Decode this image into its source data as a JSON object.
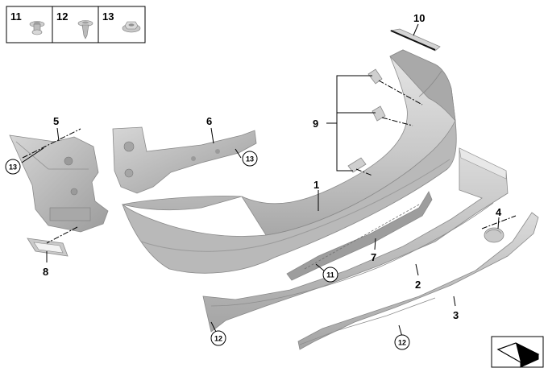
{
  "fasteners": [
    {
      "label": "11",
      "icon": "push-rivet-icon"
    },
    {
      "label": "12",
      "icon": "expanding-clip-icon"
    },
    {
      "label": "13",
      "icon": "hex-nut-icon"
    }
  ],
  "callouts": {
    "p1": "1",
    "p2": "2",
    "p3": "3",
    "p4": "4",
    "p5": "5",
    "p6": "6",
    "p7": "7",
    "p8": "8",
    "p9": "9",
    "p10": "10",
    "c11": "11",
    "c12a": "12",
    "c12b": "12",
    "c13a": "13",
    "c13b": "13"
  },
  "colors": {
    "part_fill": "#c4c4c4",
    "part_light": "#e2e2e2",
    "part_dark": "#9a9a9a",
    "outline": "#000000"
  }
}
